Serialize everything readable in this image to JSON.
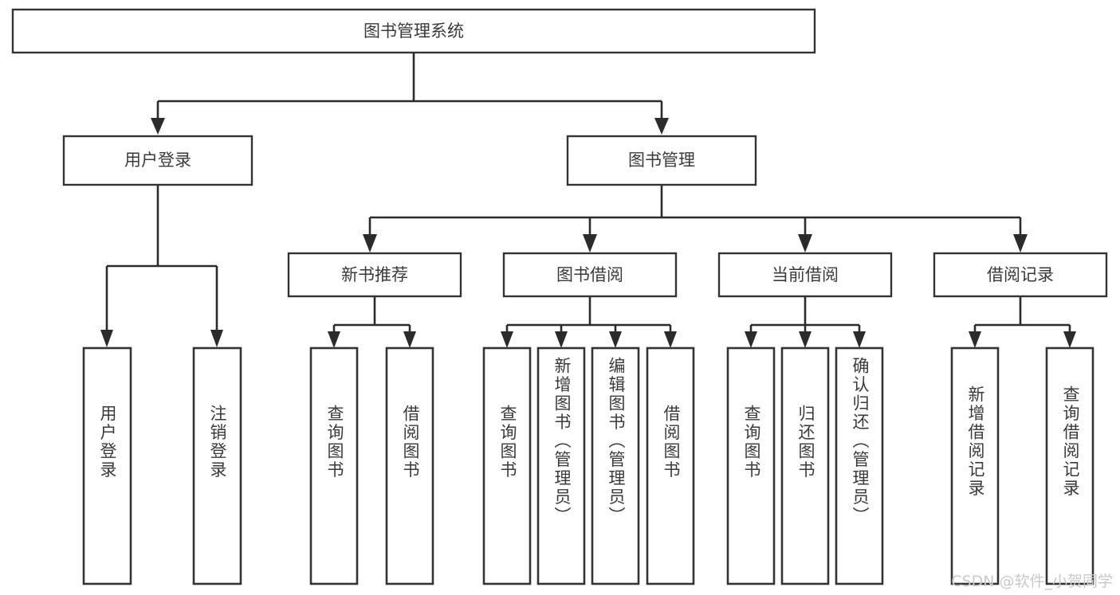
{
  "diagram": {
    "type": "tree-hierarchy",
    "title": "图书管理系统",
    "orientation": "top-down",
    "root": {
      "id": "root",
      "label": "图书管理系统"
    },
    "level1": [
      {
        "id": "user-login",
        "label": "用户登录"
      },
      {
        "id": "book-manage",
        "label": "图书管理"
      }
    ],
    "level2": [
      {
        "id": "new-book-rec",
        "label": "新书推荐",
        "parent": "book-manage"
      },
      {
        "id": "book-borrow",
        "label": "图书借阅",
        "parent": "book-manage"
      },
      {
        "id": "current-borrow",
        "label": "当前借阅",
        "parent": "book-manage"
      },
      {
        "id": "borrow-record",
        "label": "借阅记录",
        "parent": "book-manage"
      }
    ],
    "leaves": [
      {
        "id": "leaf-user-login",
        "label": "用户登录",
        "parent": "user-login"
      },
      {
        "id": "leaf-logout",
        "label": "注销登录",
        "parent": "user-login"
      },
      {
        "id": "leaf-query-book-1",
        "label": "查询图书",
        "parent": "new-book-rec"
      },
      {
        "id": "leaf-borrow-book-1",
        "label": "借阅图书",
        "parent": "new-book-rec"
      },
      {
        "id": "leaf-query-book-2",
        "label": "查询图书",
        "parent": "book-borrow"
      },
      {
        "id": "leaf-add-book",
        "label": "新增图书（管理员）",
        "parent": "book-borrow"
      },
      {
        "id": "leaf-edit-book",
        "label": "编辑图书（管理员）",
        "parent": "book-borrow"
      },
      {
        "id": "leaf-borrow-book-2",
        "label": "借阅图书",
        "parent": "book-borrow"
      },
      {
        "id": "leaf-query-book-3",
        "label": "查询图书",
        "parent": "current-borrow"
      },
      {
        "id": "leaf-return-book",
        "label": "归还图书",
        "parent": "current-borrow"
      },
      {
        "id": "leaf-confirm-return",
        "label": "确认归还（管理员）",
        "parent": "current-borrow"
      },
      {
        "id": "leaf-add-record",
        "label": "新增借阅记录",
        "parent": "borrow-record"
      },
      {
        "id": "leaf-query-record",
        "label": "查询借阅记录",
        "parent": "borrow-record"
      }
    ],
    "colors": {
      "box_stroke": "#333333",
      "box_fill": "#ffffff",
      "connector": "#2b2b2b",
      "label_text": "#3a3a3a",
      "watermark": "#c9c9c9",
      "background": "#ffffff"
    }
  },
  "watermark": {
    "label": "CSDN @软件_小贺同学"
  }
}
